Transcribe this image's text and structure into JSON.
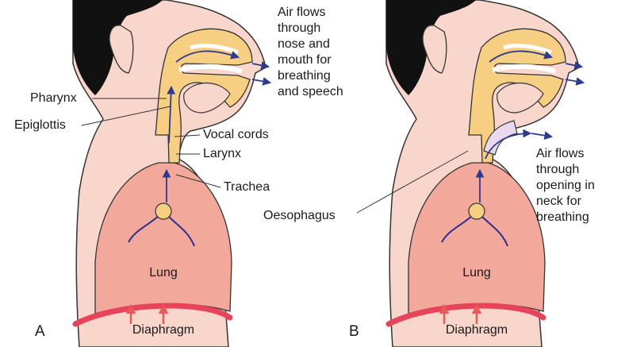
{
  "panel_a": {
    "letter": "A",
    "labels": {
      "pharynx": "Pharynx",
      "epiglottis": "Epiglottis",
      "vocal_cords": "Vocal cords",
      "larynx": "Larynx",
      "trachea": "Trachea",
      "lung": "Lung",
      "diaphragm": "Diaphragm",
      "airflow_note": "Air flows\nthrough\nnose and\nmouth for\nbreathing\nand speech"
    }
  },
  "panel_b": {
    "letter": "B",
    "labels": {
      "oesophagus": "Oesophagus",
      "lung": "Lung",
      "diaphragm": "Diaphragm",
      "airflow_note": "Air flows\nthrough\nopening in\nneck for\nbreathing"
    }
  },
  "colors": {
    "skin": "#f9d6cb",
    "hair": "#111111",
    "airway": "#f7cf83",
    "airway_outline": "#333333",
    "lung": "#f2a99b",
    "diaphragm": "#e7435a",
    "diaphragm_arrow": "#e65a5a",
    "airflow_arrow": "#2e3a8c",
    "bronchi": "#2e2e8f"
  }
}
